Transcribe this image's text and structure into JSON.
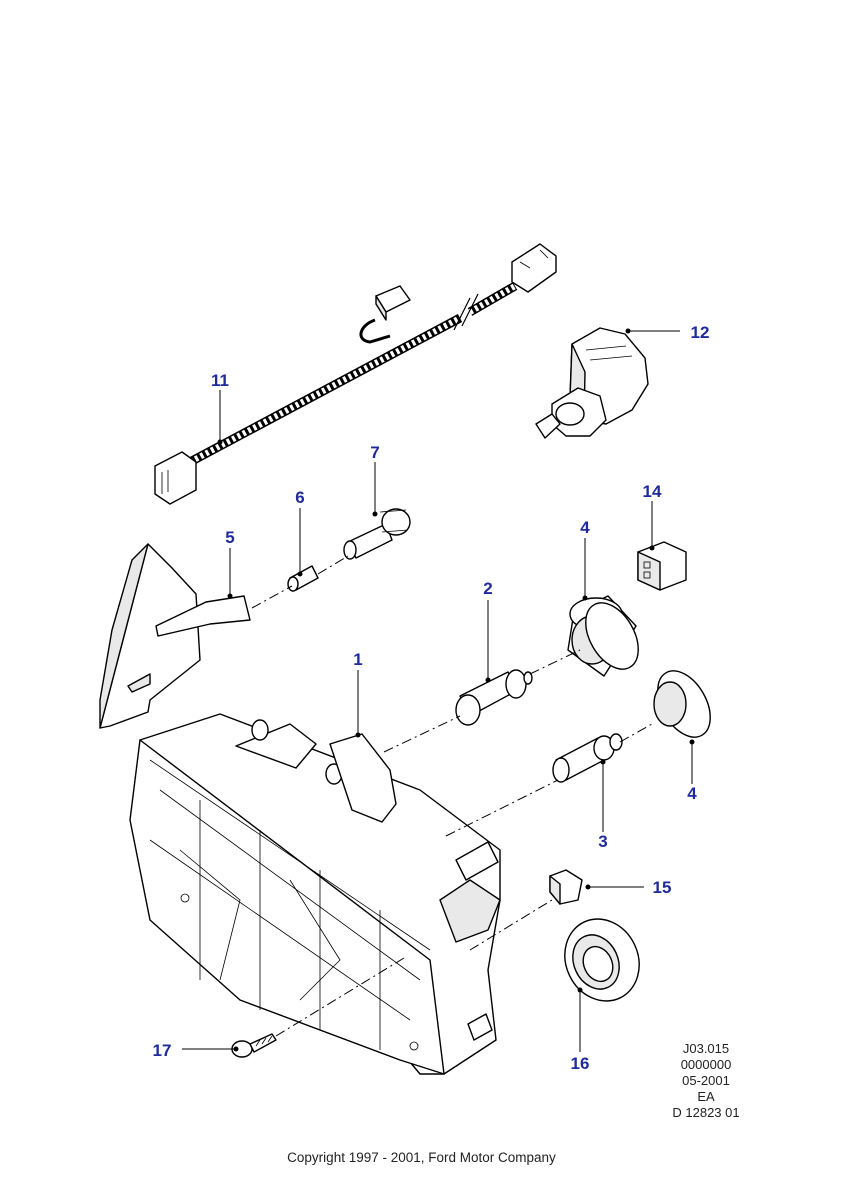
{
  "callouts": {
    "c1": "1",
    "c2": "2",
    "c3": "3",
    "c4a": "4",
    "c4b": "4",
    "c5": "5",
    "c6": "6",
    "c7": "7",
    "c11": "11",
    "c12": "12",
    "c14": "14",
    "c15": "15",
    "c16": "16",
    "c17": "17"
  },
  "reference": {
    "line1": "J03.015",
    "line2": "0000000",
    "line3": "05-2001",
    "line4": "EA",
    "line5": "D 12823 01"
  },
  "footer": {
    "copyright": "Copyright 1997 - 2001, Ford Motor Company"
  },
  "colors": {
    "callout": "#1f2a9e",
    "line": "#000000"
  }
}
